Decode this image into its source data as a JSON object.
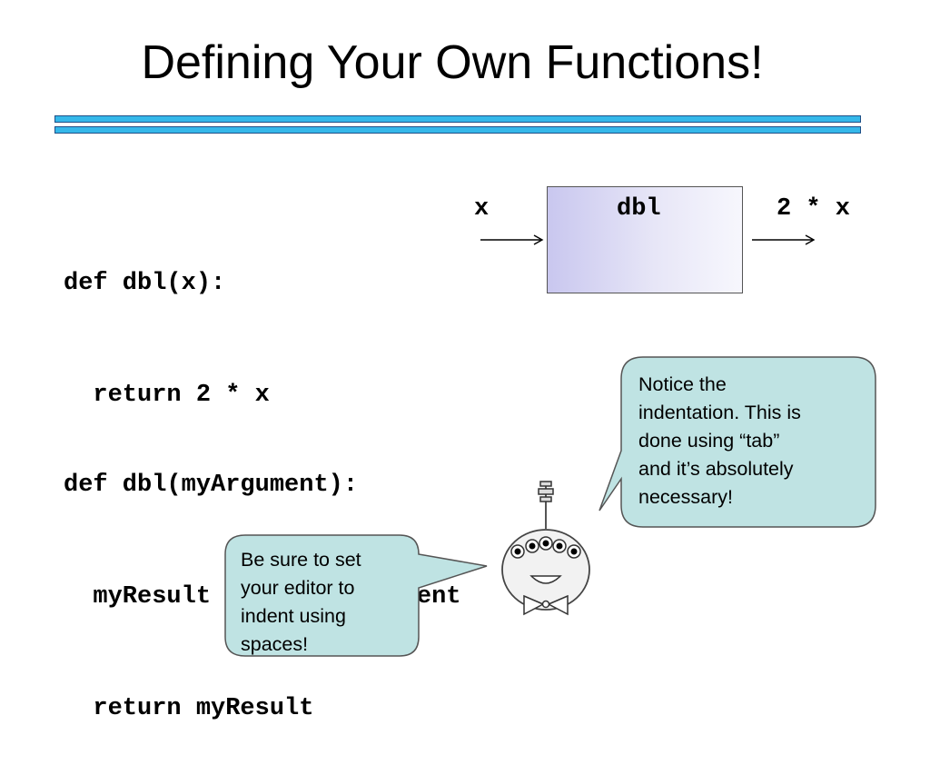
{
  "slide": {
    "title": "Defining Your Own Functions!"
  },
  "code_block_1": {
    "lines": [
      "def dbl(x):",
      "  return 2 * x"
    ]
  },
  "diagram": {
    "input_label": "x",
    "function_name": "dbl",
    "output_label": "2 * x",
    "box_gradient": [
      "#c9c7ef",
      "#f7f7fd"
    ]
  },
  "code_block_2": {
    "lines": [
      "def dbl(myArgument):",
      "  myResult = 2 * myArgument",
      "  return myResult"
    ]
  },
  "callout_right": {
    "lines": [
      "Notice the",
      "indentation.  This is",
      "done using “tab”",
      "and it’s absolutely",
      "necessary!"
    ]
  },
  "callout_left": {
    "lines": [
      "Be sure to set",
      "your editor to",
      "indent using",
      "spaces!"
    ]
  },
  "colors": {
    "rule_fill": "#35b8ea",
    "rule_border": "#1e4f86",
    "bubble_fill": "#bfe3e3"
  },
  "icons": {
    "character": "cartoon-alien-with-antenna-and-bowtie"
  }
}
